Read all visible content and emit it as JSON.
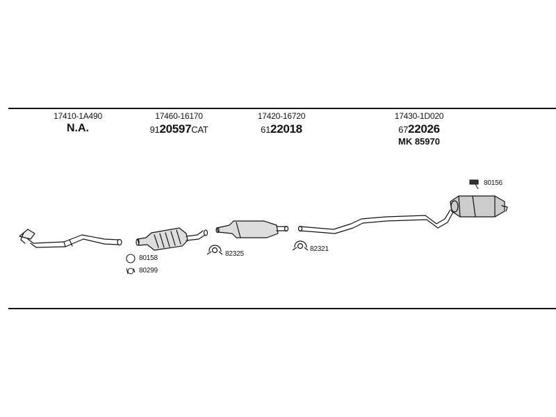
{
  "columns": [
    {
      "part_number": "17410-1A490",
      "ref_text": "N.A."
    },
    {
      "part_number": "17460-16170",
      "ref_prefix": "91",
      "ref_main": "20597",
      "ref_suffix": "CAT"
    },
    {
      "part_number": "17420-16720",
      "ref_prefix": "61",
      "ref_main": "22018"
    },
    {
      "part_number": "17430-1D020",
      "ref_prefix": "67",
      "ref_main": "22026",
      "extra": "MK  85970"
    }
  ],
  "fittings": {
    "ring": "80158",
    "bolt": "80299",
    "clamp_front": "82325",
    "clamp_rear": "82321",
    "hanger": "80156"
  },
  "colors": {
    "line": "#111111",
    "fill": "#dddddd"
  }
}
